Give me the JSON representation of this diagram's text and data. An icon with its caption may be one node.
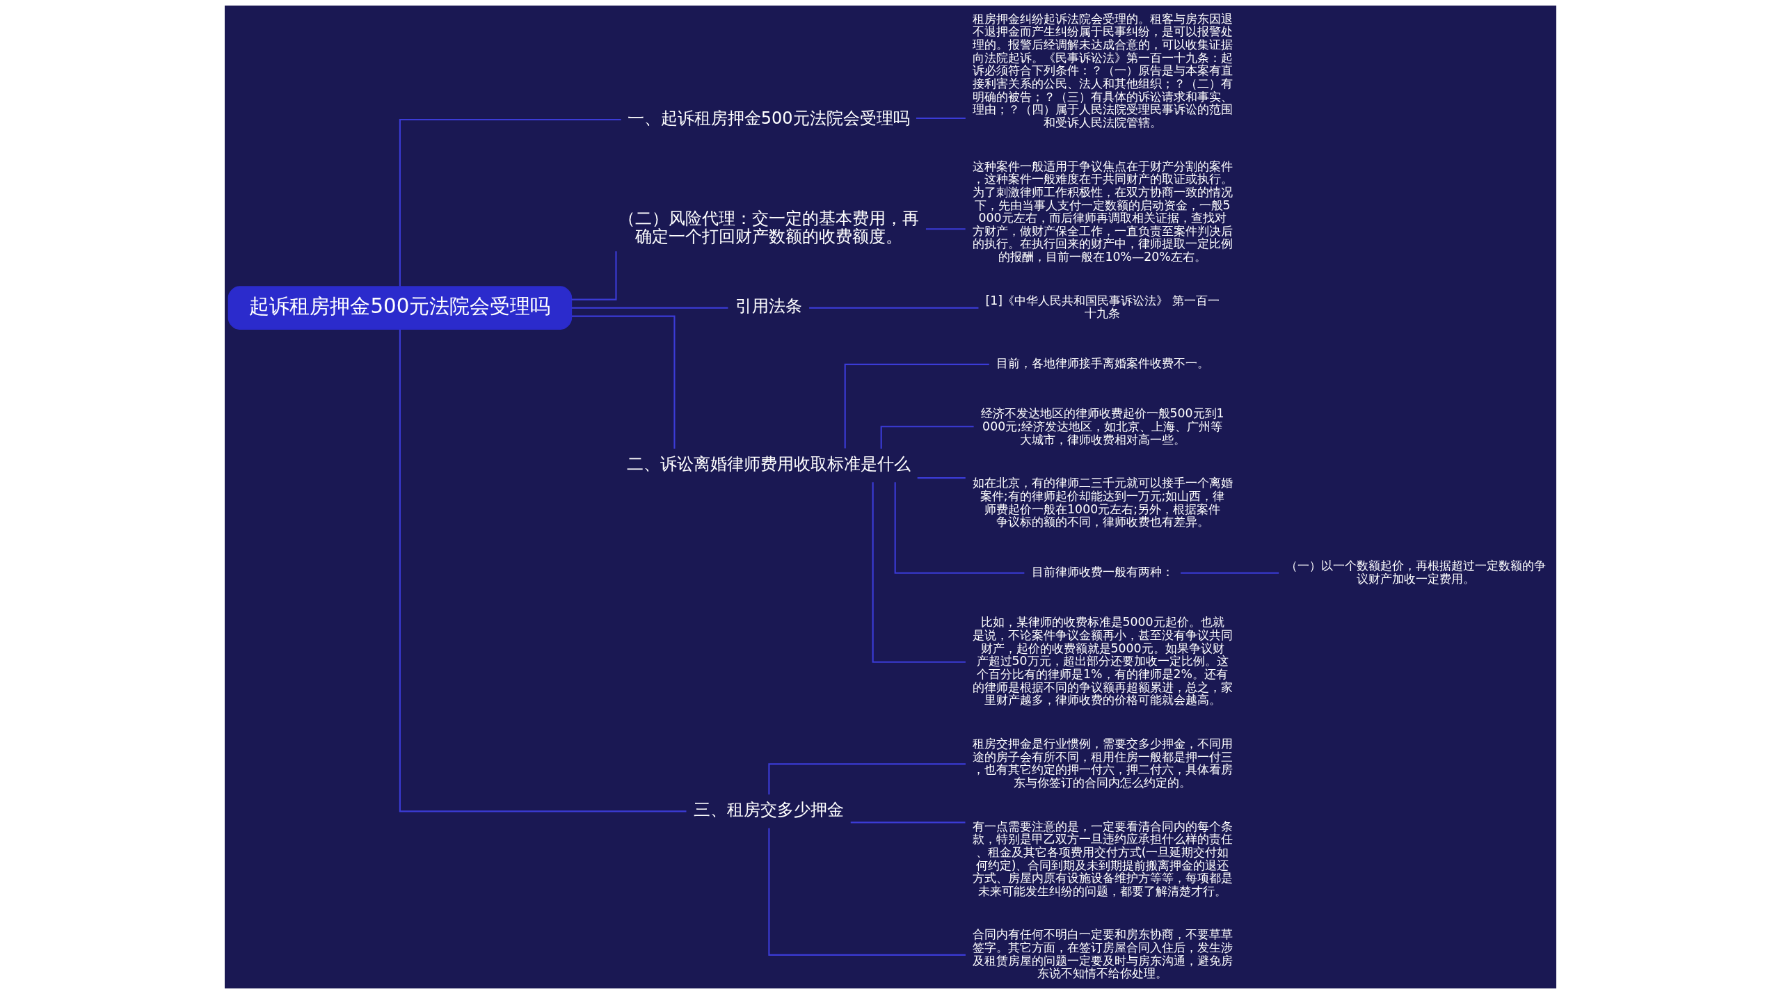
{
  "diagram": {
    "nodes": [
      {
        "text": [
          "起诉租房押金500元法院会受理吗"
        ]
      },
      {
        "text": [
          "一、起诉租房押金500元法院会受理吗"
        ]
      },
      {
        "text": [
          "租房押金纠纷起诉法院会受理的。租客与房东因退不退押金而产生纠纷属于民事纠纷，是可以报警处理的。报警后经调解未达成合意的，可以收集证据向法院起诉。《民事诉讼法》第一百一十九条：起诉必须符合下列条件：？（一）原告是与本案有直接利害关系的公民、法人和其他组织；？（二）有明确的被告；？（三）有具体的诉讼请求和事实、理由；？（四）属于人民法院受理民事诉讼的范围和受诉人民法院管辖。"
        ]
      },
      {
        "text": [
          "（二）风险代理：交一定的基本费用，再确定一个打回财产数额的收费额度。"
        ]
      },
      {
        "text": [
          "这种案件一般适用于争议焦点在于财产分割的案件，这种案件一般难度在于共同财产的取证或执行。为了刺激律师工作积极性，在双方协商一致的情况下，先由当事人支付一定数额的启动资金，一般5000元左右，而后律师再调取相关证据，查找对方财产，做财产保全工作，一直负责至案件判决后的执行。在执行回来的财产中，律师提取一定比例的报酬，目前一般在10%—20%左右。"
        ]
      },
      {
        "text": [
          "引用法条"
        ]
      },
      {
        "text": [
          "[1]《中华人民共和国民事诉讼法》 第一百一十九条"
        ]
      },
      {
        "text": [
          "二、诉讼离婚律师费用收取标准是什么"
        ]
      },
      {
        "text": [
          "目前，各地律师接手离婚案件收费不一。"
        ]
      },
      {
        "text": [
          "经济不发达地区的律师收费起价一般500元到1000元;经济发达地区，如北京、上海、广州等大城市，律师收费相对高一些。"
        ]
      },
      {
        "text": [
          "如在北京，有的律师二三千元就可以接手一个离婚案件;有的律师起价却能达到一万元;如山西，律师费起价一般在1000元左右;另外，根据案件争议标的额的不同，律师收费也有差异。"
        ]
      },
      {
        "text": [
          "目前律师收费一般有两种："
        ]
      },
      {
        "text": [
          "（一）以一个数额起价，再根据超过一定数额的争议财产加收一定费用。"
        ]
      },
      {
        "text": [
          "比如，某律师的收费标准是5000元起价。也就是说，不论案件争议金额再小，甚至没有争议共同财产，起价的收费额就是5000元。如果争议财产超过50万元，超出部分还要加收一定比例。这个百分比有的律师是1%，有的律师是2%。还有的律师是根据不同的争议额再超额累进，总之，家里财产越多，律师收费的价格可能就会越高。"
        ]
      },
      {
        "text": [
          "三、租房交多少押金"
        ]
      },
      {
        "text": [
          "租房交押金是行业惯例，需要交多少押金，不同用途的房子会有所不同，租用住房一般都是押一付三，也有其它约定的押一付六，押二付六，具体看房东与你签订的合同内怎么约定的。"
        ]
      },
      {
        "text": [
          "有一点需要注意的是，一定要看清合同内的每个条款，特别是甲乙双方一旦违约应承担什么样的责任、租金及其它各项费用交付方式(一旦延期交付如何约定)、合同到期及未到期提前搬离押金的退还方式、房屋内原有设施设备维护方等等，每项都是未来可能发生纠纷的问题，都要了解清楚才行。"
        ]
      },
      {
        "text": [
          "合同内有任何不明白一定要和房东协商，不要草草签字。其它方面，在签订房屋合同入住后，发生涉及租赁房屋的问题一定要及时与房东沟通，避免房东说不知情不给你处理。"
        ]
      }
    ],
    "edges": [
      {
        "from": 0,
        "to": 1,
        "arrow": "none"
      },
      {
        "from": 1,
        "to": 2,
        "arrow": "none"
      },
      {
        "from": 0,
        "to": 3,
        "arrow": "none"
      },
      {
        "from": 3,
        "to": 4,
        "arrow": "none"
      },
      {
        "from": 0,
        "to": 5,
        "arrow": "none"
      },
      {
        "from": 5,
        "to": 6,
        "arrow": "none"
      },
      {
        "from": 0,
        "to": 7,
        "arrow": "none"
      },
      {
        "from": 7,
        "to": 8,
        "arrow": "none"
      },
      {
        "from": 7,
        "to": 9,
        "arrow": "none"
      },
      {
        "from": 7,
        "to": 10,
        "arrow": "none"
      },
      {
        "from": 7,
        "to": 11,
        "arrow": "none"
      },
      {
        "from": 11,
        "to": 12,
        "arrow": "none"
      },
      {
        "from": 7,
        "to": 13,
        "arrow": "none"
      },
      {
        "from": 0,
        "to": 14,
        "arrow": "none"
      },
      {
        "from": 14,
        "to": 15,
        "arrow": "none"
      },
      {
        "from": 14,
        "to": 16,
        "arrow": "none"
      },
      {
        "from": 14,
        "to": 17,
        "arrow": "none"
      }
    ]
  }
}
